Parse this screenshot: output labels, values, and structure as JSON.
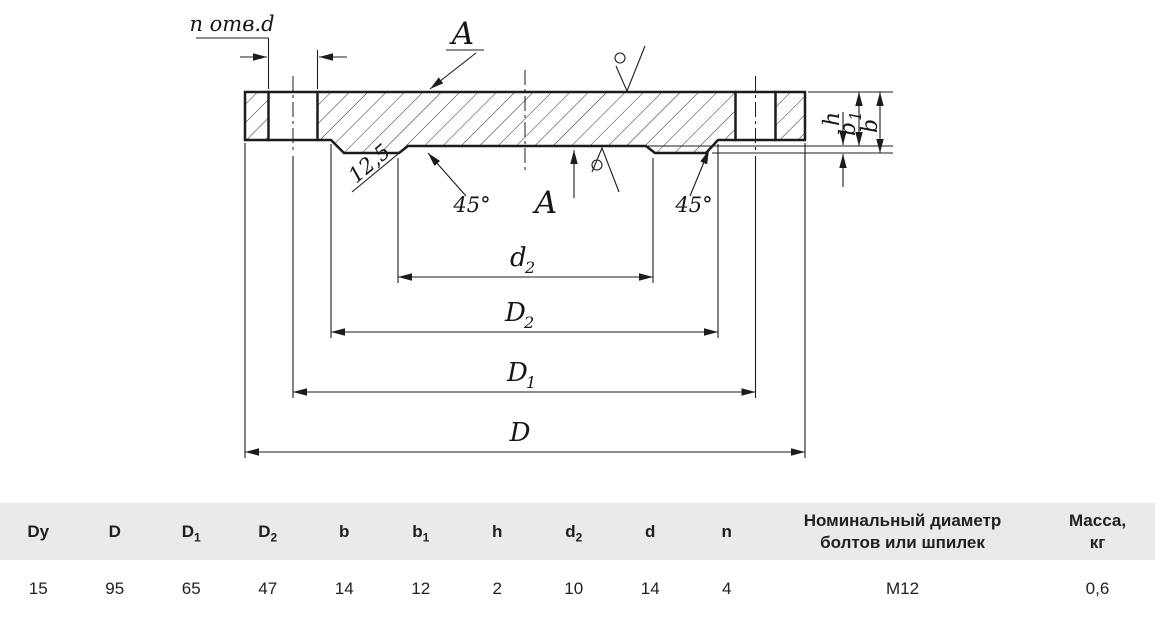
{
  "drawing": {
    "note_holes": "n отв.d",
    "view_label_top": "A",
    "view_label_bottom": "A",
    "roughness_value": "12,5",
    "chamfer_left": "45°",
    "chamfer_right": "45°",
    "dims": {
      "d2": {
        "base": "d",
        "sub": "2"
      },
      "D2": {
        "base": "D",
        "sub": "2"
      },
      "D1": {
        "base": "D",
        "sub": "1"
      },
      "D": {
        "base": "D"
      },
      "b": {
        "base": "b"
      },
      "b1": {
        "base": "b",
        "sub": "1"
      },
      "h": {
        "base": "h"
      }
    }
  },
  "table": {
    "headers": [
      {
        "base": "Dy",
        "sub": ""
      },
      {
        "base": "D",
        "sub": ""
      },
      {
        "base": "D",
        "sub": "1"
      },
      {
        "base": "D",
        "sub": "2"
      },
      {
        "base": "b",
        "sub": ""
      },
      {
        "base": "b",
        "sub": "1"
      },
      {
        "base": "h",
        "sub": ""
      },
      {
        "base": "d",
        "sub": "2"
      },
      {
        "base": "d",
        "sub": ""
      },
      {
        "base": "n",
        "sub": ""
      },
      {
        "base": "Номинальный диаметр\nболтов или шпилек",
        "sub": ""
      },
      {
        "base": "Масса,\nкг",
        "sub": ""
      }
    ],
    "values": [
      "15",
      "95",
      "65",
      "47",
      "14",
      "12",
      "2",
      "10",
      "14",
      "4",
      "М12",
      "0,6"
    ]
  },
  "colors": {
    "table_header_bg": "#e8eaec",
    "line_color": "#1c1c1c"
  }
}
